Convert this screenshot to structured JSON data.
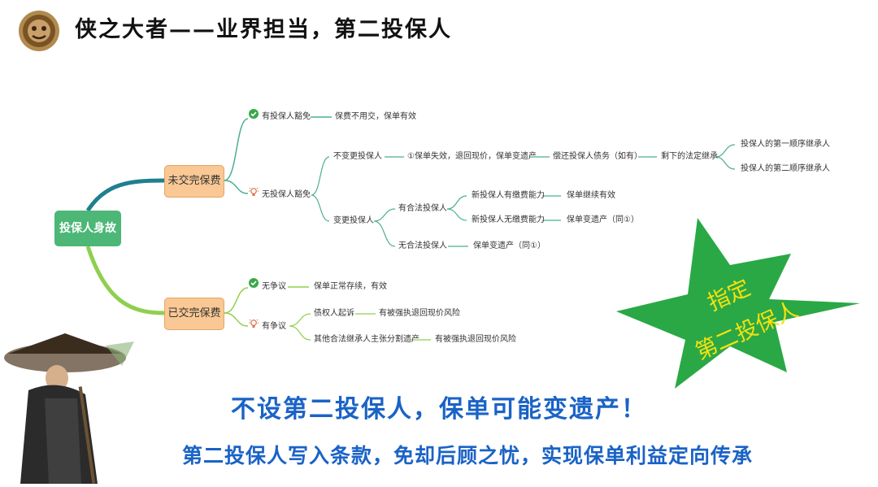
{
  "header": {
    "title": "侠之大者——业界担当，第二投保人",
    "emblem_icon": "bronze-lion-emblem-icon"
  },
  "mindmap": {
    "root": "投保人身故",
    "branch_unpaid": {
      "label": "未交完保费",
      "exempt": {
        "label": "有投保人豁免",
        "icon": "check-circle-icon",
        "result": "保费不用交，保单有效"
      },
      "no_exempt": {
        "label": "无投保人豁免",
        "icon": "lightbulb-icon",
        "unchanged": {
          "label": "不变更投保人",
          "step1": "①保单失效，退回现价，保单变遗产",
          "step2": "偿还投保人债务（如有）",
          "step3": "剩下的法定继承",
          "heir1": "投保人的第一顺序继承人",
          "heir2": "投保人的第二顺序继承人"
        },
        "changed": {
          "label": "变更投保人",
          "has_legal": {
            "label": "有合法投保人",
            "able": "新投保人有缴费能力",
            "able_result": "保单继续有效",
            "unable": "新投保人无缴费能力",
            "unable_result": "保单变遗产（同①）"
          },
          "no_legal": {
            "label": "无合法投保人",
            "result": "保单变遗产（同①）"
          }
        }
      }
    },
    "branch_paid": {
      "label": "已交完保费",
      "no_dispute": {
        "label": "无争议",
        "icon": "check-circle-icon",
        "result": "保单正常存续，有效"
      },
      "dispute": {
        "label": "有争议",
        "icon": "lightbulb-icon",
        "creditor": "债权人起诉",
        "creditor_result": "有被强执退回现价风险",
        "other_heirs": "其他合法继承人主张分割遗产",
        "other_heirs_result": "有被强执退回现价风险"
      }
    }
  },
  "badge": {
    "line1": "指定",
    "line2": "第二投保人",
    "color": "#2aa845",
    "text_color": "#f4e20f"
  },
  "slogan": {
    "line1": "不设第二投保人，保单可能变遗产！",
    "line2": "第二投保人写入条款，免却后顾之忧，实现保单利益定向传承"
  },
  "colors": {
    "root": "#4cb776",
    "branch_box": "#f9c894",
    "headline": "#1a63c6"
  }
}
